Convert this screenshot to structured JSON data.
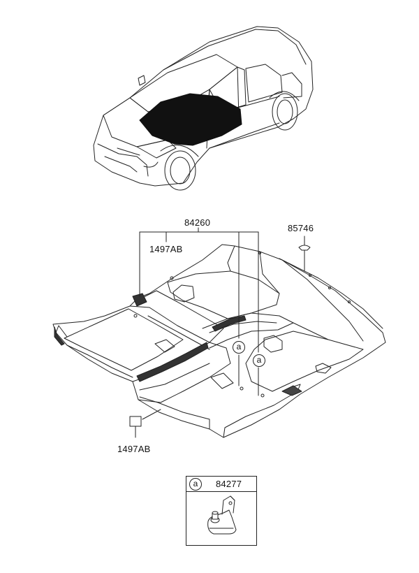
{
  "labels": {
    "carpet_part": "84260",
    "pad_upper": "1497AB",
    "pad_lower": "1497AB",
    "plug_part": "85746"
  },
  "callouts": {
    "ref_a_1": "a",
    "ref_a_2": "a"
  },
  "legend": {
    "ref": "a",
    "part": "84277"
  }
}
